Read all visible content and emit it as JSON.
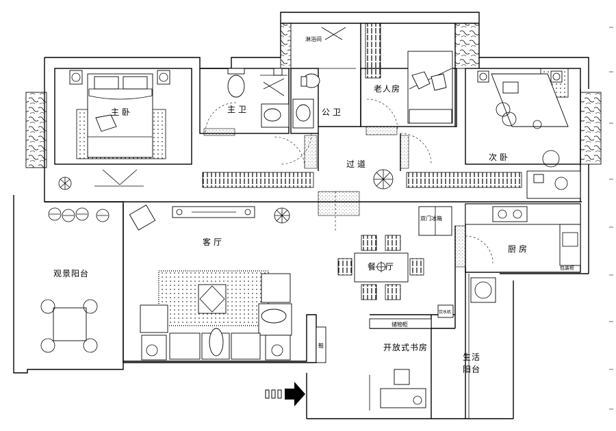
{
  "rooms": {
    "master_bedroom": "主卧",
    "master_bath": "主卫",
    "shower": "淋浴间",
    "public_bath": "公卫",
    "elder_room": "老人房",
    "second_bedroom": "次卧",
    "corridor": "过道",
    "living_room": "客厅",
    "dining_room": "餐厅",
    "kitchen": "厨房",
    "view_balcony": "观景阳台",
    "study": "开放式书房",
    "utility_balcony_line1": "生活",
    "utility_balcony_line2": "阳台"
  },
  "fixtures": {
    "fridge": "双门冰箱",
    "cabinet": "储物柜",
    "water": "饮水机",
    "shoe": "鞋",
    "pack": "包装柜"
  },
  "entrance": {
    "icon": "entrance-arrow-icon"
  }
}
